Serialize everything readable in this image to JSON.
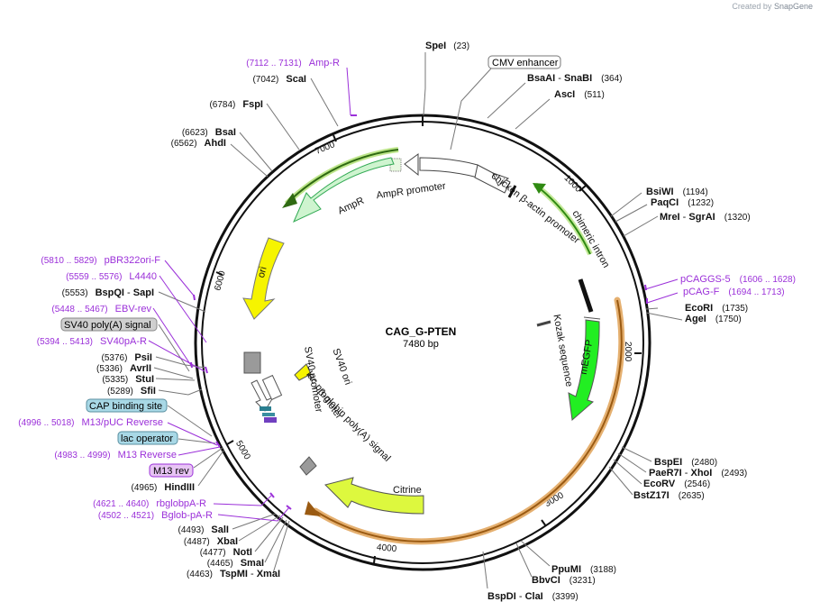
{
  "credit": {
    "created_by": "Created by",
    "app": "SnapGene"
  },
  "plasmid": {
    "name": "CAG_G-PTEN",
    "length": 7480,
    "length_label": "7480 bp"
  },
  "ticks": [
    "1000",
    "2000",
    "3000",
    "4000",
    "5000",
    "6000",
    "7000"
  ],
  "colors": {
    "sites": "#000000",
    "primers": "#9b30d9",
    "line": "#6e6e6e",
    "ori": "#f2f200",
    "ampr": "#cff5cf",
    "egfp": "#22ee22",
    "citrine": "#ddf83e",
    "orf_orange": "#e0a040",
    "gray_feature": "#9a9a9a",
    "label_gray_bg": "#cfcfcf",
    "label_blue_bg": "#a8d8e6",
    "label_purple_bg": "#e7c4f4"
  },
  "sites_right": [
    {
      "name": "SpeI",
      "pos": "(23)"
    },
    {
      "name": "BsaAI",
      "sep": " - ",
      "name2": "SnaBI",
      "pos": "(364)"
    },
    {
      "name": "AscI",
      "pos": "(511)"
    },
    {
      "name": "BsiWI",
      "pos": "(1194)"
    },
    {
      "name": "PaqCI",
      "pos": "(1232)"
    },
    {
      "name": "MreI",
      "sep": " - ",
      "name2": "SgrAI",
      "pos": "(1320)"
    },
    {
      "name": "EcoRI",
      "pos": "(1735)"
    },
    {
      "name": "AgeI",
      "pos": "(1750)"
    },
    {
      "name": "BspEI",
      "pos": "(2480)"
    },
    {
      "name": "PaeR7I",
      "sep": " - ",
      "name2": "XhoI",
      "pos": "(2493)"
    },
    {
      "name": "EcoRV",
      "pos": "(2546)"
    },
    {
      "name": "BstZ17I",
      "pos": "(2635)"
    },
    {
      "name": "PpuMI",
      "pos": "(3188)"
    },
    {
      "name": "BbvCI",
      "pos": "(3231)"
    },
    {
      "name": "BspDI",
      "sep": " - ",
      "name2": "ClaI",
      "pos": "(3399)"
    }
  ],
  "sites_left": [
    {
      "name": "ScaI",
      "pos": "(7042)"
    },
    {
      "name": "FspI",
      "pos": "(6784)"
    },
    {
      "name": "BsaI",
      "pos": "(6623)"
    },
    {
      "name": "AhdI",
      "pos": "(6562)"
    },
    {
      "name": "BspQI",
      "sep": " - ",
      "name2": "SapI",
      "pos": "(5553)"
    },
    {
      "name": "PsiI",
      "pos": "(5376)"
    },
    {
      "name": "AvrII",
      "pos": "(5336)"
    },
    {
      "name": "StuI",
      "pos": "(5335)"
    },
    {
      "name": "SfiI",
      "pos": "(5289)"
    },
    {
      "name": "HindIII",
      "pos": "(4965)"
    },
    {
      "name": "SalI",
      "pos": "(4493)"
    },
    {
      "name": "XbaI",
      "pos": "(4487)"
    },
    {
      "name": "NotI",
      "pos": "(4477)"
    },
    {
      "name": "SmaI",
      "pos": "(4465)"
    },
    {
      "name": "TspMI",
      "sep": " - ",
      "name2": "XmaI",
      "pos": "(4463)"
    }
  ],
  "primers": [
    {
      "range": "(7112 .. 7131)",
      "name": "Amp-R"
    },
    {
      "range": "(5810 .. 5829)",
      "name": "pBR322ori-F"
    },
    {
      "range": "(5559 .. 5576)",
      "name": "L4440"
    },
    {
      "range": "(5448 .. 5467)",
      "name": "EBV-rev"
    },
    {
      "range": "(5394 .. 5413)",
      "name": "SV40pA-R"
    },
    {
      "range": "(4996 .. 5018)",
      "name": "M13/pUC Reverse"
    },
    {
      "range": "(4983 .. 4999)",
      "name": "M13 Reverse"
    },
    {
      "range": "(4621 .. 4640)",
      "name": "rbglobpA-R"
    },
    {
      "range": "(4502 .. 4521)",
      "name": "Bglob-pA-R"
    },
    {
      "name": "pCAGGS-5",
      "range": "(1606 .. 1628)"
    },
    {
      "name": "pCAG-F",
      "range": "(1694 .. 1713)"
    }
  ],
  "boxed_labels": [
    {
      "text": "CMV enhancer",
      "style": "white"
    },
    {
      "text": "SV40 poly(A) signal",
      "style": "gray"
    },
    {
      "text": "CAP binding site",
      "style": "blue"
    },
    {
      "text": "lac operator",
      "style": "blue"
    },
    {
      "text": "M13 rev",
      "style": "purple"
    }
  ],
  "features": {
    "ampr_promoter": "AmpR promoter",
    "ampr": "AmpR",
    "chicken_actin": "chicken β-actin promoter",
    "chimeric_intron": "chimeric intron",
    "kozak": "Kozak sequence",
    "megfp": "mEGFP",
    "citrine": "Citrine",
    "beta_globin": "β-globin poly(A) signal",
    "lac_promoter": "lac promoter",
    "sv40_promoter": "SV40 promoter",
    "sv40_ori": "SV40 ori",
    "ori": "ori"
  }
}
